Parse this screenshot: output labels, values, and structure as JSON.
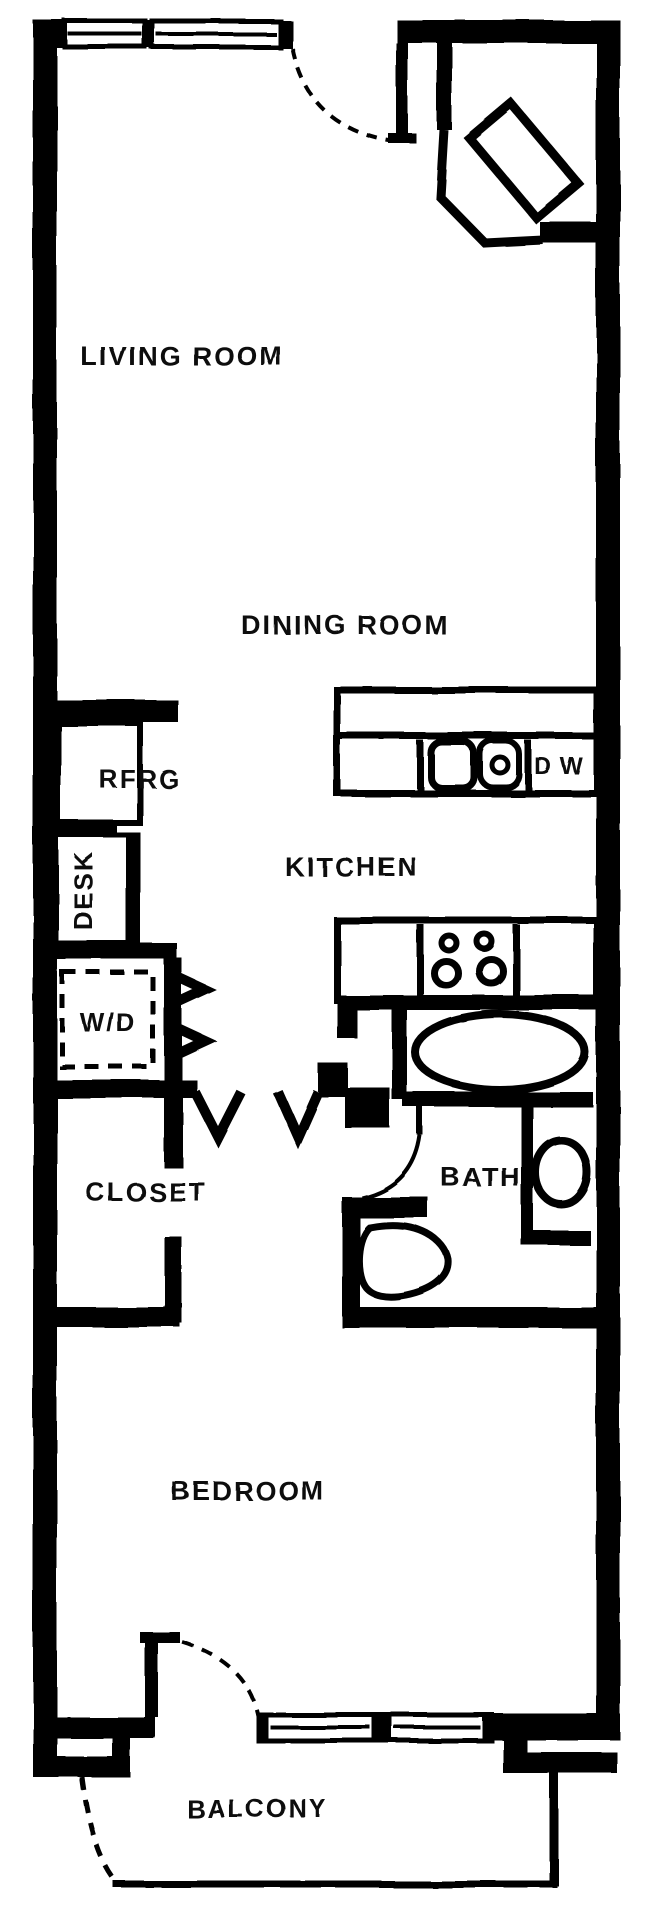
{
  "floorplan": {
    "style": "scanned black-and-white apartment floor plan",
    "colors": {
      "ink": "#000000",
      "paper": "#ffffff"
    },
    "rooms": {
      "living_room": "LIVING ROOM",
      "dining_room": "DINING ROOM",
      "kitchen": "KITCHEN",
      "closet": "CLOSET",
      "bath": "BATH",
      "bedroom": "BEDROOM",
      "balcony": "BALCONY"
    },
    "fixtures": {
      "refrigerator": "RFRG",
      "desk": "DESK",
      "washer_dryer": "W/D",
      "dishwasher": "D W"
    }
  }
}
